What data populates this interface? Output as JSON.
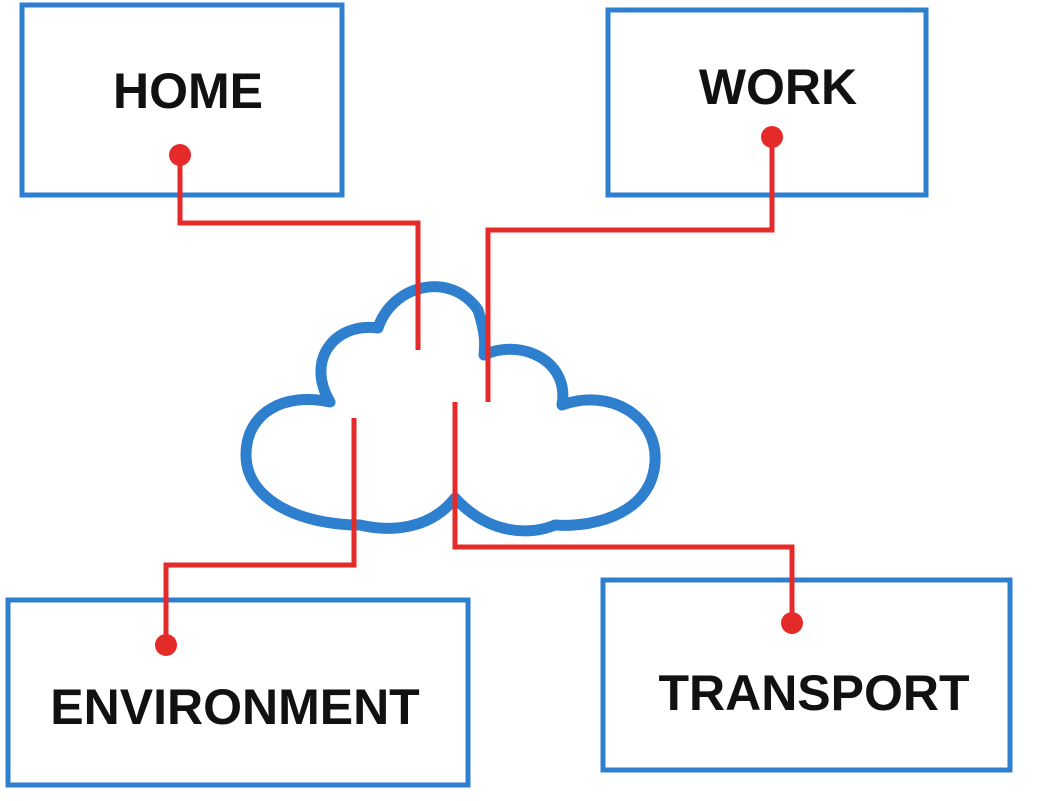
{
  "diagram": {
    "nodes": {
      "home": {
        "label": "HOME"
      },
      "work": {
        "label": "WORK"
      },
      "environment": {
        "label": "ENVIRONMENT"
      },
      "transport": {
        "label": "TRANSPORT"
      }
    },
    "colors": {
      "box_stroke": "#2f7fcf",
      "cloud_stroke": "#2f7fcf",
      "connector": "#e52a2a",
      "text": "#111111",
      "background": "#ffffff"
    },
    "center_icon": "cloud-icon"
  }
}
